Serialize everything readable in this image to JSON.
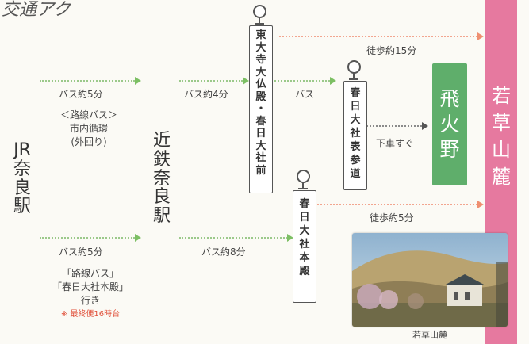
{
  "header": {
    "title_fragment": "交通アク"
  },
  "stations": {
    "jr_nara": [
      "JR",
      "奈",
      "良",
      "駅"
    ],
    "kintetsu_nara": [
      "近",
      "鉄",
      "奈",
      "良",
      "駅"
    ]
  },
  "routes": {
    "top": {
      "time": "バス約5分",
      "note_line1": "＜路線バス＞",
      "note_line2": "市内循環",
      "note_line3": "(外回り)"
    },
    "top_mid": {
      "time": "バス約4分"
    },
    "top_bus": {
      "label": "バス"
    },
    "walk15": {
      "label": "徒歩約15分"
    },
    "walk5": {
      "label": "徒歩約5分"
    },
    "alight": {
      "label": "下車すぐ"
    },
    "bottom": {
      "time": "バス約5分",
      "note_line1": "「路線バス」",
      "note_line2": "「春日大社本殿」",
      "note_line3": "行き",
      "note_line4": "※ 最終便16時台"
    },
    "bottom_mid": {
      "time": "バス約8分"
    }
  },
  "bus_stops": {
    "todaiji": [
      "東",
      "大",
      "寺",
      "大",
      "仏",
      "殿",
      "・",
      "春",
      "日",
      "大",
      "社",
      "前"
    ],
    "omotesando": [
      "春",
      "日",
      "大",
      "社",
      "表",
      "参",
      "道"
    ],
    "honden": [
      "春",
      "日",
      "大",
      "社",
      "本",
      "殿"
    ]
  },
  "destinations": {
    "tobino": [
      "飛",
      "火",
      "野"
    ],
    "wakakusa": [
      "若",
      "草",
      "山",
      "麓"
    ]
  },
  "photo": {
    "caption": "若草山麓"
  },
  "colors": {
    "green_box": "#5fae6b",
    "pink_column": "#e6799f",
    "green_arrow": "#7cbf63",
    "pink_arrow": "#ef8f70",
    "note_red": "#e0503a"
  }
}
